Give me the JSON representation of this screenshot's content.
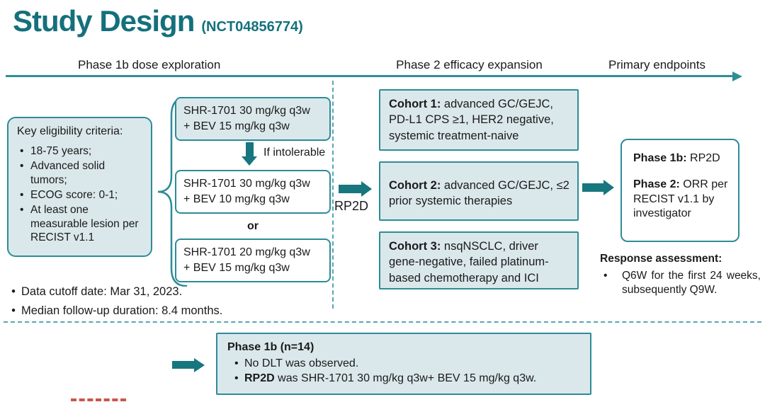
{
  "title": {
    "main": "Study Design",
    "nct": "(NCT04856774)"
  },
  "timeline": {
    "phase1b": "Phase 1b dose exploration",
    "phase2": "Phase 2 efficacy expansion",
    "endpoints": "Primary endpoints"
  },
  "eligibility": {
    "heading": "Key eligibility criteria:",
    "items": [
      "18-75 years;",
      "Advanced solid tumors;",
      "ECOG score: 0-1;",
      "At least one measurable lesion per RECIST v1.1"
    ]
  },
  "dose_levels": {
    "box1": {
      "line1": "SHR-1701 30 mg/kg q3w",
      "line2": "+ BEV 15 mg/kg q3w"
    },
    "if_intolerable": "If intolerable",
    "box2": {
      "line1": "SHR-1701 30 mg/kg q3w",
      "line2": "+ BEV 10 mg/kg q3w"
    },
    "or": "or",
    "box3": {
      "line1": "SHR-1701 20 mg/kg q3w",
      "line2": "+ BEV 15 mg/kg q3w"
    }
  },
  "rp2d_label": "RP2D",
  "cohorts": [
    {
      "label": "Cohort 1:",
      "text": " advanced GC/GEJC, PD-L1 CPS ≥1, HER2 negative, systemic treatment-naive"
    },
    {
      "label": "Cohort 2:",
      "text": " advanced GC/GEJC, ≤2 prior systemic therapies"
    },
    {
      "label": "Cohort 3:",
      "text": " nsqNSCLC, driver gene-negative, failed platinum-based chemotherapy and ICI"
    }
  ],
  "endpoints_box": {
    "phase1b_label": "Phase 1b:",
    "phase1b_value": " RP2D",
    "phase2_label": "Phase 2:",
    "phase2_value": " ORR per RECIST v1.1 by investigator"
  },
  "response_assessment": {
    "heading": "Response assessment:",
    "item": "Q6W for the first 24 weeks, subsequently Q9W.",
    "bullet": "•"
  },
  "notes": [
    {
      "bullet": "•",
      "text": "Data cutoff date: Mar 31, 2023."
    },
    {
      "bullet": "•",
      "text": "Median follow-up duration: 8.4 months."
    }
  ],
  "results_box": {
    "heading": "Phase 1b (n=14)",
    "item1": "No DLT was observed.",
    "item2_bold": "RP2D",
    "item2_rest": " was SHR-1701 30 mg/kg q3w+ BEV 15 mg/kg q3w."
  },
  "colors": {
    "teal_title": "#14707c",
    "teal_border": "#2d8c97",
    "teal_arrow": "#17767e",
    "light_fill": "#dbe8eb",
    "dashed": "#57a7b2"
  }
}
